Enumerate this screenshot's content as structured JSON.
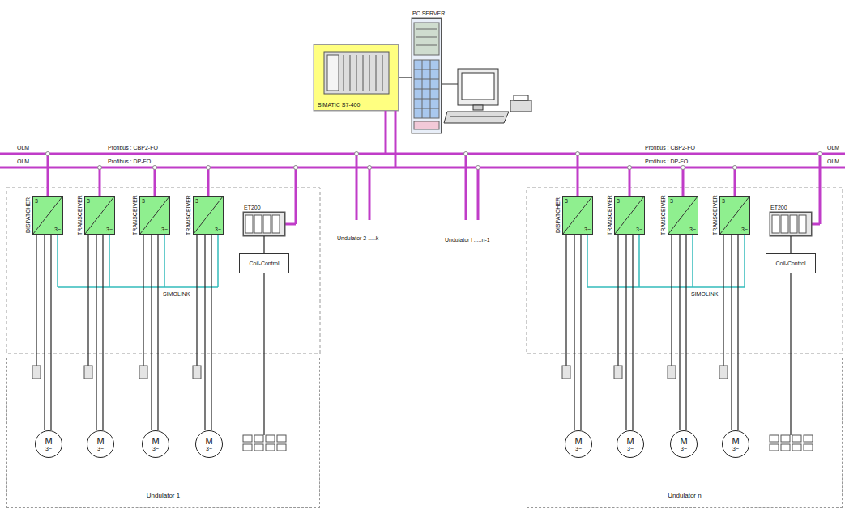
{
  "diagram": {
    "nodes": [
      {
        "text": [
          "SIMATIC S7-400"
        ]
      },
      {
        "text": [
          "PC SERVER"
        ]
      },
      {
        "text": [
          "DISPATCHER",
          "3~",
          "3~"
        ]
      },
      {
        "text": [
          "TRANSCEIVER",
          "3~",
          "3~"
        ]
      },
      {
        "text": [
          "TRANSCEIVER",
          "3~",
          "3~"
        ]
      },
      {
        "text": [
          "TRANSCEIVER",
          "3~",
          "3~"
        ]
      },
      {
        "text": [
          "ET200"
        ]
      },
      {
        "text": [
          "Coil-Control"
        ]
      },
      {
        "text": [
          "Undulator 1"
        ]
      },
      {
        "text": [
          "M",
          "3~"
        ],
        "in": 8
      },
      {
        "text": [
          "M",
          "3~"
        ],
        "in": 8
      },
      {
        "text": [
          "M",
          "3~"
        ],
        "in": 8
      },
      {
        "text": [
          "M",
          "3~"
        ],
        "in": 8
      },
      {
        "text": [
          "DISPATCHER",
          "3~",
          "3~"
        ]
      },
      {
        "text": [
          "TRANSCEIVER",
          "3~",
          "3~"
        ]
      },
      {
        "text": [
          "TRANSCEIVER",
          "3~",
          "3~"
        ]
      },
      {
        "text": [
          "TRANSCEIVER",
          "3~",
          "3~"
        ]
      },
      {
        "text": [
          "ET200"
        ]
      },
      {
        "text": [
          "Coil-Control"
        ]
      },
      {
        "text": [
          "Undulator n"
        ]
      },
      {
        "text": [
          "M",
          "3~"
        ],
        "in": 19
      },
      {
        "text": [
          "M",
          "3~"
        ],
        "in": 19
      },
      {
        "text": [
          "M",
          "3~"
        ],
        "in": 19
      },
      {
        "text": [
          "M",
          "3~"
        ],
        "in": 19
      }
    ],
    "edges": [
      {
        "from": 0,
        "to": 1,
        "arrow": "none"
      },
      {
        "from": 2,
        "to": 9,
        "arrow": "none"
      },
      {
        "from": 3,
        "to": 10,
        "arrow": "none"
      },
      {
        "from": 4,
        "to": 11,
        "arrow": "none"
      },
      {
        "from": 5,
        "to": 12,
        "arrow": "none"
      },
      {
        "from": 6,
        "to": 7,
        "arrow": "none"
      },
      {
        "from": 13,
        "to": 20,
        "arrow": "none"
      },
      {
        "from": 14,
        "to": 21,
        "arrow": "none"
      },
      {
        "from": 15,
        "to": 22,
        "arrow": "none"
      },
      {
        "from": 16,
        "to": 23,
        "arrow": "none"
      },
      {
        "from": 17,
        "to": 18,
        "arrow": "none"
      }
    ],
    "labels": [
      "OLM",
      "OLM",
      "Profibus : CBP2-FO",
      "Profibus : DP-FO",
      "Undulator 2 .....k",
      "Undulator l .....n-1",
      "Profibus : CBP2-FO",
      "Profibus : DP-FO",
      "OLM",
      "OLM",
      "SIMOLINK",
      "SIMOLINK"
    ]
  }
}
